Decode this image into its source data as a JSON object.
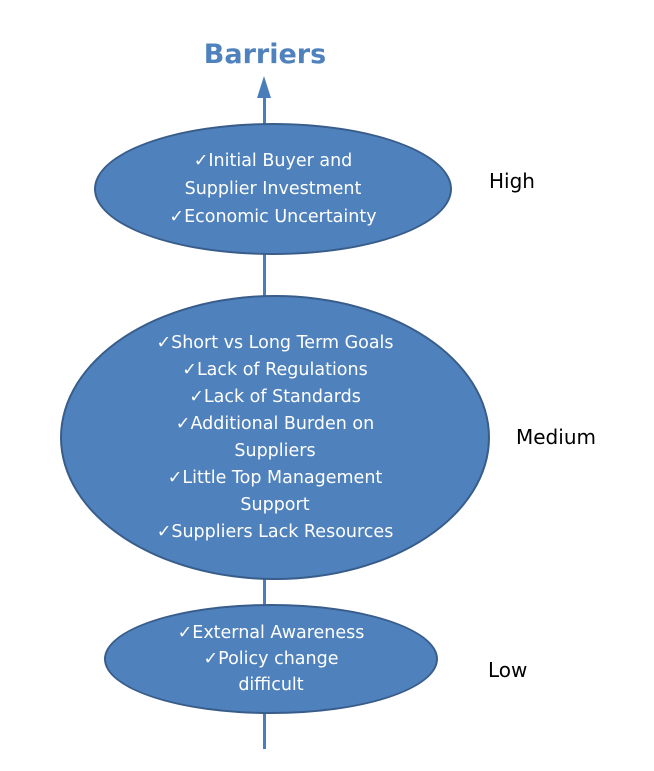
{
  "diagram": {
    "title": "Barriers",
    "check_mark": "✓",
    "levels": [
      {
        "id": "high",
        "label": "High",
        "items": [
          "Initial Buyer and\nSupplier Investment",
          "Economic Uncertainty"
        ]
      },
      {
        "id": "medium",
        "label": "Medium",
        "items": [
          "Short vs Long Term Goals",
          "Lack of Regulations",
          "Lack of Standards",
          "Additional Burden on\nSuppliers",
          "Little Top Management\nSupport",
          "Suppliers Lack Resources"
        ]
      },
      {
        "id": "low",
        "label": "Low",
        "items": [
          "External Awareness",
          "Policy change\ndifficult"
        ]
      }
    ],
    "colors": {
      "ellipse_fill": "#4f81bd",
      "ellipse_border": "#385d8a",
      "axis_line": "#4a7ebb",
      "title_text": "#4f81bd",
      "ellipse_text": "#ffffff",
      "level_text": "#000000"
    }
  }
}
